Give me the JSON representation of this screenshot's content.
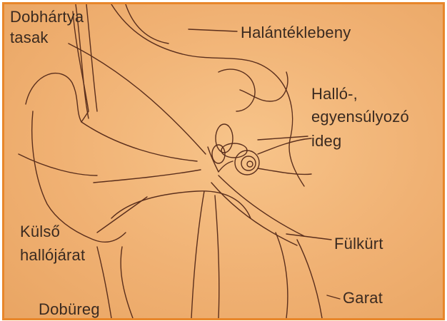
{
  "labels": {
    "dobhartya_line1": "Dobhártya",
    "dobhartya_line2": "tasak",
    "halantek": "Halántéklebeny",
    "hallo_line1": "Halló-,",
    "hallo_line2": "egyensúlyozó",
    "hallo_line3": "ideg",
    "kulso_line1": "Külső",
    "kulso_line2": "hallójárat",
    "fulkurt": "Fülkürt",
    "garat": "Garat",
    "dobureg": "Dobüreg"
  },
  "colors": {
    "frame": "#e8862a",
    "background": "#f0b173",
    "ink": "#5a2e1c",
    "text": "#3a2a20"
  }
}
